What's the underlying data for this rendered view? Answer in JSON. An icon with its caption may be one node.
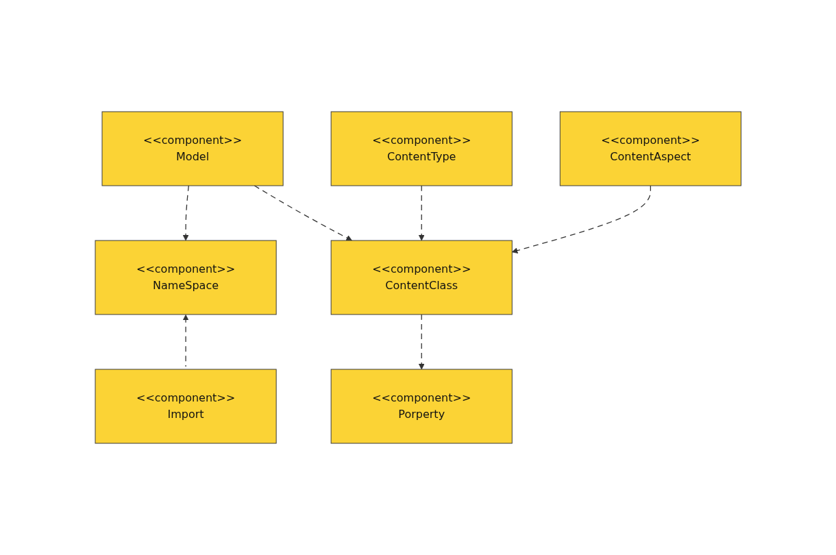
{
  "diagram": {
    "nodes": [
      {
        "text": [
          "<<component>>",
          "Model"
        ]
      },
      {
        "text": [
          "<<component>>",
          "ContentType"
        ]
      },
      {
        "text": [
          "<<component>>",
          "ContentAspect"
        ]
      },
      {
        "text": [
          "<<component>>",
          "ContentClass"
        ]
      },
      {
        "text": [
          "<<component>>",
          "NameSpace"
        ]
      },
      {
        "text": [
          "<<component>>",
          "Import"
        ]
      },
      {
        "text": [
          "<<component>>",
          "Porperty"
        ]
      }
    ],
    "edges": [
      {
        "from": 0,
        "to": 4,
        "arrow": "to",
        "style": "dashed"
      },
      {
        "from": 0,
        "to": 3,
        "arrow": "to",
        "style": "dashed"
      },
      {
        "from": 1,
        "to": 3,
        "arrow": "to",
        "style": "dashed"
      },
      {
        "from": 2,
        "to": 3,
        "arrow": "to",
        "style": "dashed"
      },
      {
        "from": 3,
        "to": 6,
        "arrow": "to",
        "style": "dashed"
      },
      {
        "from": 5,
        "to": 4,
        "arrow": "to",
        "style": "dashed"
      }
    ]
  }
}
